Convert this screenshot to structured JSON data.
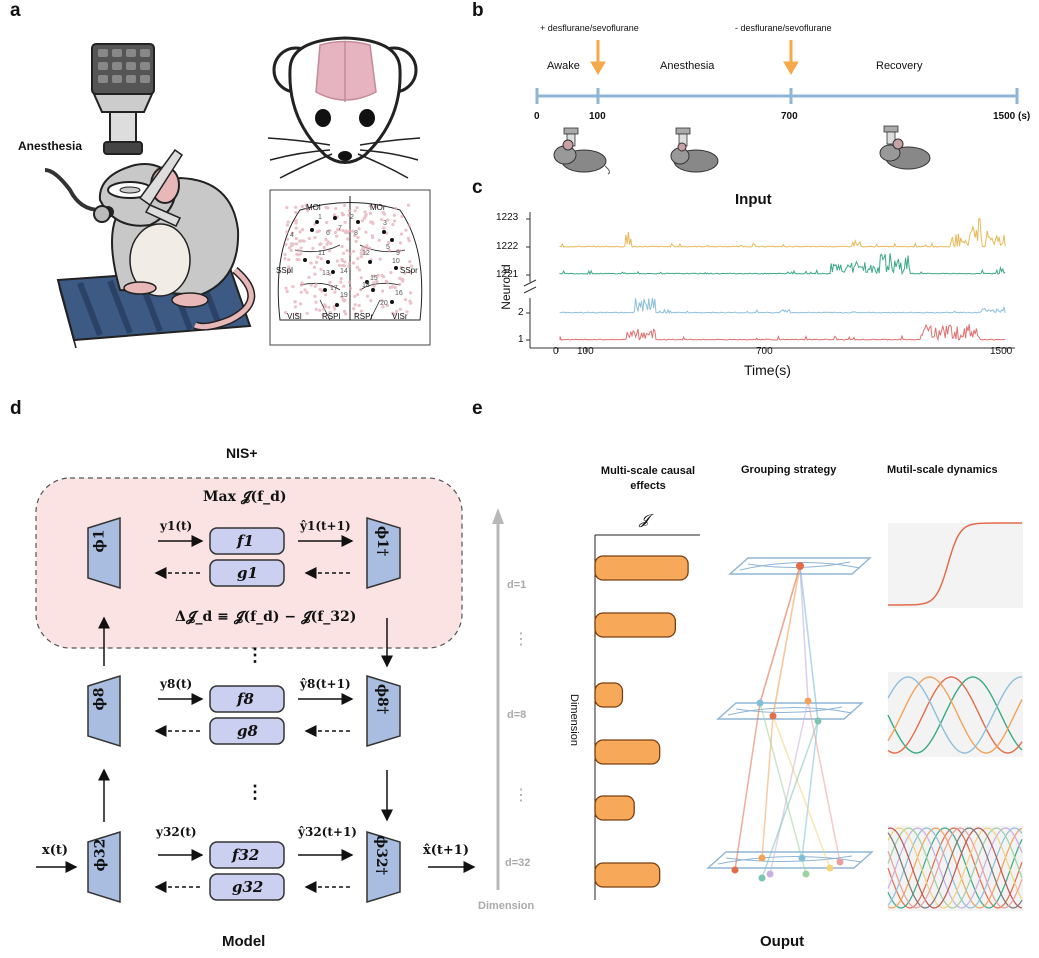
{
  "panels": {
    "a": "a",
    "b": "b",
    "c": "c",
    "d": "d",
    "e": "e"
  },
  "panel_a": {
    "anesthesia_label": "Anesthesia",
    "atlas_labels": [
      "MOl",
      "MOr",
      "SSpl",
      "SSpr",
      "VISl",
      "RSPl",
      "RSPr",
      "VISr"
    ],
    "atlas_numbers": [
      "1",
      "2",
      "3",
      "4",
      "5",
      "6",
      "7",
      "8",
      "9",
      "10",
      "11",
      "12",
      "13",
      "14",
      "15",
      "16",
      "17",
      "18",
      "19",
      "20"
    ]
  },
  "panel_b": {
    "events": [
      "+ desflurane/sevoflurane",
      "- desflurane/sevoflurane"
    ],
    "phases": [
      "Awake",
      "Anesthesia",
      "Recovery"
    ],
    "ticks": [
      "0",
      "100",
      "700",
      "1500 (s)"
    ]
  },
  "panel_c": {
    "title": "Input",
    "ylabel": "Neuro id",
    "xlabel": "Time(s)",
    "yticks": [
      "1223",
      "1222",
      "1221",
      "2",
      "1"
    ],
    "xticks": [
      "0",
      "100",
      "700",
      "1500"
    ]
  },
  "panel_d": {
    "title": "NIS+",
    "objective": "Max 𝓙(f_d)",
    "delta": "Δ𝓙_d ≡ 𝓙(f_d) − 𝓙(f_32)",
    "caption": "Model",
    "input": "x(t)",
    "output": "x̂(t+1)",
    "rows": [
      {
        "enc": "ϕ1",
        "f": "f1",
        "g": "g1",
        "y": "y1(t)",
        "yhat": "ŷ1(t+1)",
        "dec": "ϕ1†"
      },
      {
        "enc": "ϕ8",
        "f": "f8",
        "g": "g8",
        "y": "y8(t)",
        "yhat": "ŷ8(t+1)",
        "dec": "ϕ8†"
      },
      {
        "enc": "ϕ32",
        "f": "f32",
        "g": "g32",
        "y": "y32(t)",
        "yhat": "ŷ32(t+1)",
        "dec": "ϕ32†"
      }
    ],
    "dots": "⋮"
  },
  "panel_e": {
    "col1_title": "Multi-scale causal effects",
    "col2_title": "Grouping strategy",
    "col3_title": "Mutil-scale dynamics",
    "j_symbol": "𝓙",
    "axis_label": "Dimension",
    "dim_axis_label": "Dimension",
    "d_labels": [
      "d=1",
      "d=8",
      "d=32"
    ],
    "caption": "Ouput",
    "bar_values": [
      0.95,
      0.82,
      0.28,
      0.66,
      0.4,
      0.66
    ]
  },
  "colors": {
    "trace_yellow": "#e8b95a",
    "trace_green": "#3daa84",
    "trace_blue": "#8ec0db",
    "trace_red": "#e07070",
    "bar_fill": "#f7a858",
    "bar_edge": "#7a3e10",
    "box_fill": "#ccd0f0",
    "trap_fill": "#a9bde0",
    "pink_bg": "#fbe3e3",
    "arrow_orange": "#f5a94a",
    "axis_blue": "#8fb5d6"
  }
}
